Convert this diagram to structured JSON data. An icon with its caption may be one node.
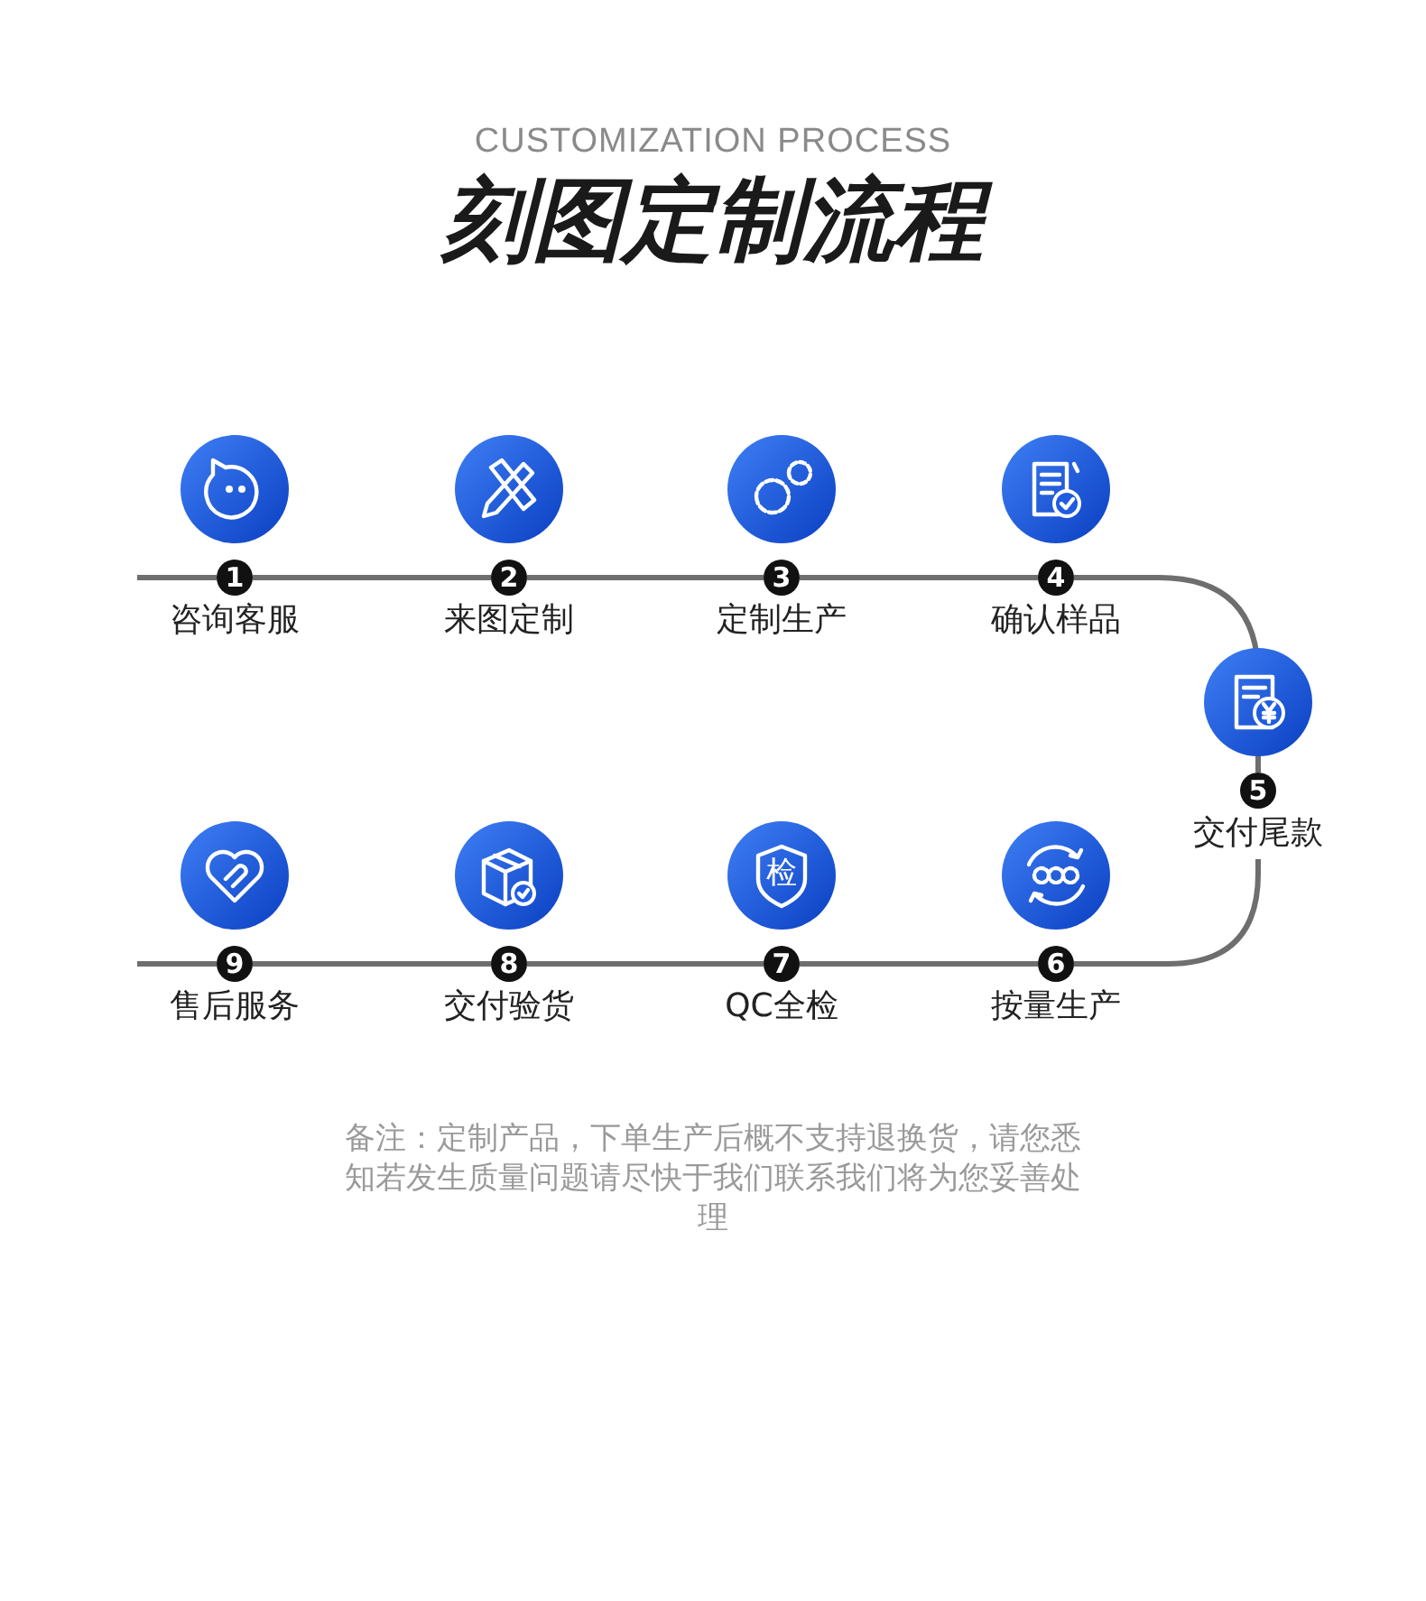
{
  "diagram": {
    "title": "刻图定制流程",
    "nodes": [
      {
        "text": [
          "1",
          "咨询客服"
        ]
      },
      {
        "text": [
          "2",
          "来图定制"
        ]
      },
      {
        "text": [
          "3",
          "定制生产"
        ]
      },
      {
        "text": [
          "4",
          "确认样品"
        ]
      },
      {
        "text": [
          "5",
          "交付尾款"
        ]
      },
      {
        "text": [
          "6",
          "按量生产"
        ]
      },
      {
        "text": [
          "7",
          "QC全检"
        ]
      },
      {
        "text": [
          "8",
          "交付验货"
        ]
      },
      {
        "text": [
          "9",
          "售后服务"
        ]
      }
    ],
    "edges": [
      {
        "from": null,
        "to": 0,
        "arrow": "none"
      },
      {
        "from": 0,
        "to": 1,
        "arrow": "none"
      },
      {
        "from": 1,
        "to": 2,
        "arrow": "none"
      },
      {
        "from": 2,
        "to": 3,
        "arrow": "none"
      },
      {
        "from": 3,
        "to": 4,
        "arrow": "none"
      },
      {
        "from": 4,
        "to": 5,
        "arrow": "none"
      },
      {
        "from": 5,
        "to": 6,
        "arrow": "none"
      },
      {
        "from": 6,
        "to": 7,
        "arrow": "none"
      },
      {
        "from": 7,
        "to": 8,
        "arrow": "none"
      },
      {
        "from": 8,
        "to": null,
        "arrow": "none"
      }
    ],
    "labels": [
      "CUSTOMIZATION PROCESS",
      "检"
    ],
    "caption": "备注：定制产品，下单生产后概不支持退换货，请您悉知若发生质量问题请尽快于我们联系我们将为您妥善处理"
  }
}
